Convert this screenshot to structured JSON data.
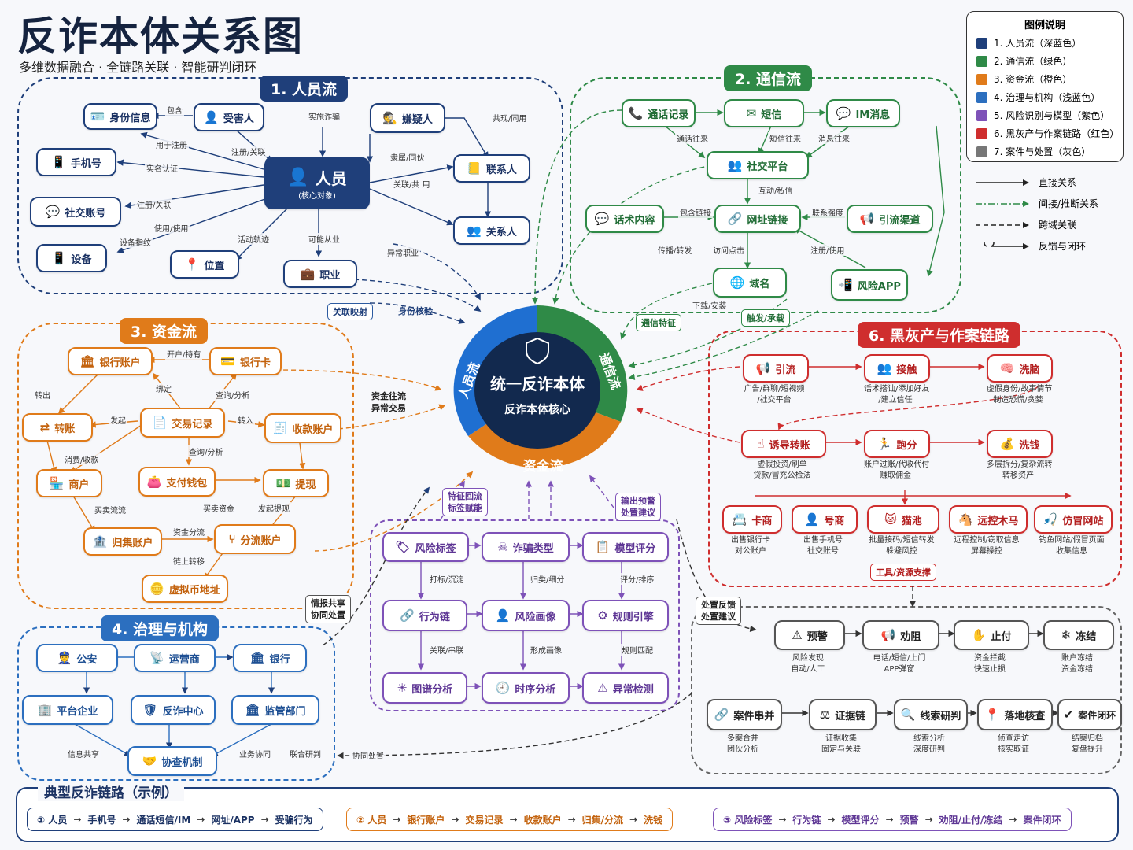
{
  "header": {
    "title": "反诈本体关系图",
    "subtitle": "多维数据融合 · 全链路关联 · 智能研判闭环"
  },
  "legend": {
    "title": "图例说明",
    "items": [
      {
        "label": "1. 人员流（深蓝色）",
        "color": "#1f3f7a"
      },
      {
        "label": "2. 通信流（绿色）",
        "color": "#2f8a47"
      },
      {
        "label": "3. 资金流（橙色）",
        "color": "#e07b1a"
      },
      {
        "label": "4. 治理与机构（浅蓝色）",
        "color": "#2c6fbf"
      },
      {
        "label": "5. 风险识别与模型（紫色）",
        "color": "#7e52b8"
      },
      {
        "label": "6. 黑灰产与作案链路（红色）",
        "color": "#cf2e2e"
      },
      {
        "label": "7. 案件与处置（灰色）",
        "color": "#777777"
      }
    ],
    "lines": [
      "直接关系",
      "间接/推断关系",
      "跨域关联",
      "反馈与闭环"
    ]
  },
  "core": {
    "title": "统一反诈本体",
    "subtitle": "反诈本体核心",
    "seg_person": "人员流",
    "seg_comm": "通信流",
    "seg_money": "资金流"
  },
  "person": {
    "head": "1. 人员流",
    "center": "人员",
    "center_sub": "(核心对象)",
    "nodes": {
      "id": "身份信息",
      "victim": "受害人",
      "suspect": "嫌疑人",
      "phone": "手机号",
      "contact": "联系人",
      "social": "社交账号",
      "relation": "关系人",
      "device": "设备",
      "location": "位置",
      "job": "职业"
    },
    "labels": {
      "contain": "包含",
      "used_reg": "用于注册",
      "real_name": "实名认证",
      "reg_assoc": "注册/关联",
      "reg_assoc2": "注册/关联",
      "hold_use": "使用/使用",
      "dev_fp": "设备指纹",
      "act_track": "活动轨迹",
      "maybe_job": "可能从业",
      "scam": "实施诈骗",
      "share": "共现/同用",
      "same": "隶属/同伙",
      "rel_co": "关联/共 用",
      "abn_job": "异常职业"
    }
  },
  "links": {
    "map": "关联映射",
    "verify": "身份核验",
    "comm_feat": "通信特征",
    "trig": "触发/承载",
    "fund_flow": "资金往流\n异常交易",
    "feat_tag": "特征回流\n标签赋能",
    "out_warn": "输出预警\n处置建议",
    "intel": "情报共享\n协同处置",
    "feedback": "处置反馈\n处置建议",
    "coop": "协同处置"
  },
  "comm": {
    "head": "2. 通信流",
    "nodes": {
      "call": "通话记录",
      "sms": "短信",
      "im": "IM消息",
      "platform": "社交平台",
      "script": "话术内容",
      "url": "网址链接",
      "channel": "引流渠道",
      "domain": "域名",
      "app": "风险APP"
    },
    "labels": {
      "call_to": "通话往来",
      "sms_to": "短信往来",
      "msg_to": "消息往来",
      "inter": "互动/私信",
      "contain_link": "包含链接",
      "link_dir": "联系强度",
      "spread": "传播/转发",
      "visit": "访问点击",
      "reg_use": "注册/使用",
      "download": "下载/安装"
    }
  },
  "money": {
    "head": "3. 资金流",
    "nodes": {
      "bank_acct": "银行账户",
      "bank_card": "银行卡",
      "transfer": "转账",
      "txn": "交易记录",
      "recv": "收款账户",
      "merchant": "商户",
      "wallet": "支付钱包",
      "withdraw": "提现",
      "collect": "归集账户",
      "split": "分流账户",
      "crypto": "虚拟币地址"
    },
    "labels": {
      "open": "开户/持有",
      "out": "转出",
      "bind": "绑定",
      "query": "查询/分析",
      "issue": "发起",
      "in": "转入",
      "q2": "查询/分析",
      "pay": "消费/收款",
      "buy": "买卖流流",
      "buy2": "买卖资金",
      "wd": "发起提现",
      "split_flow": "资金分流",
      "chain": "链上转移"
    }
  },
  "gov": {
    "head": "4. 治理与机构",
    "nodes": {
      "police": "公安",
      "operator": "运营商",
      "bank": "银行",
      "platform": "平台企业",
      "center": "反诈中心",
      "regulator": "监管部门",
      "coord": "协查机制"
    },
    "labels": {
      "info": "信息共享",
      "biz": "业务协同",
      "joint": "联合研判"
    }
  },
  "risk": {
    "nodes": {
      "tag": "风险标签",
      "type": "诈骗类型",
      "score": "模型评分",
      "chain": "行为链",
      "profile": "风险画像",
      "rule": "规则引擎",
      "graph": "图谱分析",
      "ts": "时序分析",
      "anom": "异常检测"
    },
    "labels": {
      "mark": "打标/沉淀",
      "classify": "归类/细分",
      "rank": "评分/排序",
      "assoc": "关联/串联",
      "form": "形成画像",
      "match": "规则匹配"
    }
  },
  "black": {
    "head": "6. 黑灰产与作案链路",
    "nodes": {
      "lure": "引流",
      "contact": "接触",
      "brain": "洗脑",
      "induce": "诱导转账",
      "run": "跑分",
      "launder": "洗钱",
      "card": "卡商",
      "num": "号商",
      "cat": "猫池",
      "rat": "远控木马",
      "fake": "仿冒网站"
    },
    "subs": {
      "lure": "广告/群聊/短视频\n/社交平台",
      "contact": "话术搭讪/添加好友\n/建立信任",
      "brain": "虚假身份/故事情节\n制造恐慌/贪婪",
      "induce": "虚假投资/刷单\n贷款/冒充公检法",
      "run": "账户过账/代收代付\n赚取佣金",
      "launder": "多层拆分/复杂流转\n转移资产",
      "card": "出售银行卡\n对公账户",
      "num": "出售手机号\n社交账号",
      "cat": "批量接码/短信转发\n躲避风控",
      "rat": "远程控制/窃取信息\n屏幕操控",
      "fake": "钓鱼网站/假冒页面\n收集信息"
    },
    "tool": "工具/资源支撑"
  },
  "case": {
    "nodes": {
      "warn": "预警",
      "dissuade": "劝阻",
      "stop": "止付",
      "freeze": "冻结",
      "series": "案件串并",
      "evidence": "证据链",
      "clue": "线索研判",
      "verify": "落地核查",
      "close": "案件闭环"
    },
    "subs": {
      "warn": "风险发现\n自动/人工",
      "dissuade": "电话/短信/上门\nAPP弹窗",
      "stop": "资金拦截\n快速止损",
      "freeze": "账户冻结\n资金冻结",
      "series": "多案合并\n团伙分析",
      "evidence": "证据收集\n固定与关联",
      "clue": "线索分析\n深度研判",
      "verify": "侦查走访\n核实取证",
      "close": "结案归档\n复盘提升"
    }
  },
  "chains": {
    "title": "典型反诈链路（示例）",
    "c1": [
      "① 人员",
      "→",
      "手机号",
      "→",
      "通话短信/IM",
      "→",
      "网址/APP",
      "→",
      "受骗行为"
    ],
    "c2": [
      "② 人员",
      "→",
      "银行账户",
      "→",
      "交易记录",
      "→",
      "收款账户",
      "→",
      "归集/分流",
      "→",
      "洗钱"
    ],
    "c3": [
      "③ 风险标签",
      "→",
      "行为链",
      "→",
      "模型评分",
      "→",
      "预警",
      "→",
      "劝阻/止付/冻结",
      "→",
      "案件闭环"
    ]
  }
}
